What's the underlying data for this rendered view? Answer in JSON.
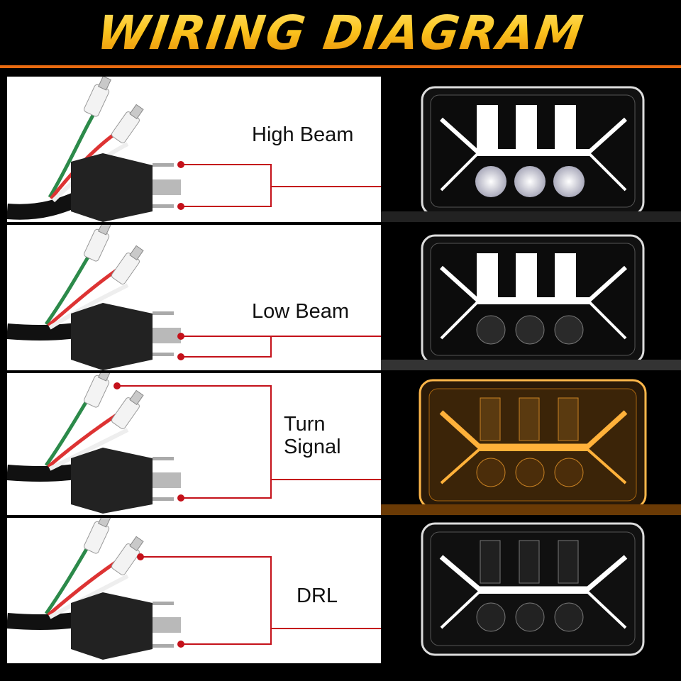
{
  "title": "WIRING DIAGRAM",
  "panels": [
    {
      "label_lines": [
        "High Beam"
      ],
      "mode": "high"
    },
    {
      "label_lines": [
        "Low Beam"
      ],
      "mode": "low"
    },
    {
      "label_lines": [
        "Turn",
        "Signal"
      ],
      "mode": "turn"
    },
    {
      "label_lines": [
        "DRL"
      ],
      "mode": "drl"
    }
  ],
  "colors": {
    "title": "#fbc51f",
    "rule": "#e86a10",
    "wire": "#c4111a",
    "drl": "#ffffff",
    "turn": "#ffa21a"
  },
  "icons": [
    "h4-connector-icon",
    "spade-terminal-icon",
    "headlight-icon"
  ]
}
